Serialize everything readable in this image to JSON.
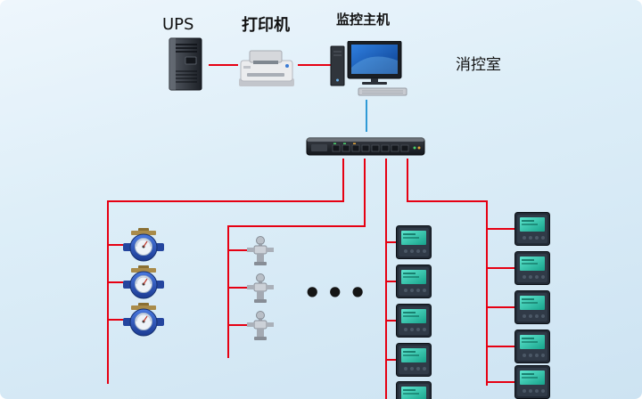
{
  "labels": {
    "ups": "UPS",
    "printer": "打印机",
    "host": "监控主机",
    "room": "消控室",
    "ellipsis": "•••"
  },
  "colors": {
    "wire_red": "#e60012",
    "wire_blue": "#2f9ad6",
    "background_top": "#eef6fc",
    "background_bottom": "#cde3f2"
  },
  "devices": {
    "ups_icon": "ups-tower",
    "printer_icon": "laser-printer",
    "host_icon": "monitoring-host-computer",
    "gateway_icon": "network-switch",
    "left_column_icon": "water-meter",
    "left_column_count": 3,
    "second_column_icon": "valve-transmitter",
    "second_column_count": 3,
    "inner_right_column_icon": "power-meter",
    "inner_right_column_count": 5,
    "outer_right_column_icon": "power-meter",
    "outer_right_column_count": 5
  }
}
